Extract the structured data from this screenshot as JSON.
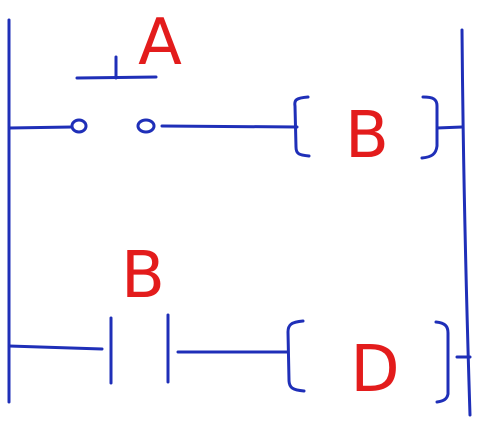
{
  "colors": {
    "wire": "#1f2fb8",
    "label": "#e31c1c",
    "background": "#ffffff"
  },
  "rungs": [
    {
      "contact_type": "normally-open pushbutton",
      "contact_label": "A",
      "coil_label": "B"
    },
    {
      "contact_type": "normally-open contact",
      "contact_label": "B",
      "coil_label": "D"
    }
  ]
}
